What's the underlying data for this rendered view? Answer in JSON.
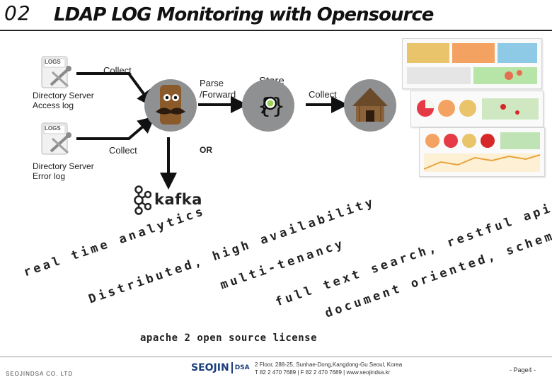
{
  "header": {
    "number": "02",
    "title": "LDAP LOG Monitoring with Opensource"
  },
  "sources": [
    {
      "icon_text": "LOGS",
      "label_line1": "Directory Server",
      "label_line2": "Access log"
    },
    {
      "icon_text": "LOGS",
      "label_line1": "Directory Server",
      "label_line2": "Error log"
    }
  ],
  "flow": {
    "collect_1": "Collect",
    "collect_2": "Collect",
    "parse_line1": "Parse",
    "parse_line2": "/Forward",
    "store": "Store",
    "collect_3": "Collect",
    "or": "OR",
    "kafka": "kafka"
  },
  "features": [
    "real time analytics",
    "Distributed, high availability",
    "multi-tenancy",
    "full text search, restful api",
    "document oriented, schema free"
  ],
  "license": "apache 2 open source license",
  "footer": {
    "company": "SEOJINDSA CO. LTD",
    "logo_main": "SEOJIN",
    "logo_sub": "DSA",
    "address_line1": "2 Floor, 288-25, Sunhae-Dong,Kangdong-Gu Seoul, Korea",
    "address_line2": "T 82 2 470 7689 | F 82 2 470 7689 | www.seojindsa.kr",
    "page": "- Page4 -"
  },
  "colors": {
    "node_gray": "#8e9092",
    "arrow": "#111111",
    "logo_blue": "#1b3e7c"
  }
}
